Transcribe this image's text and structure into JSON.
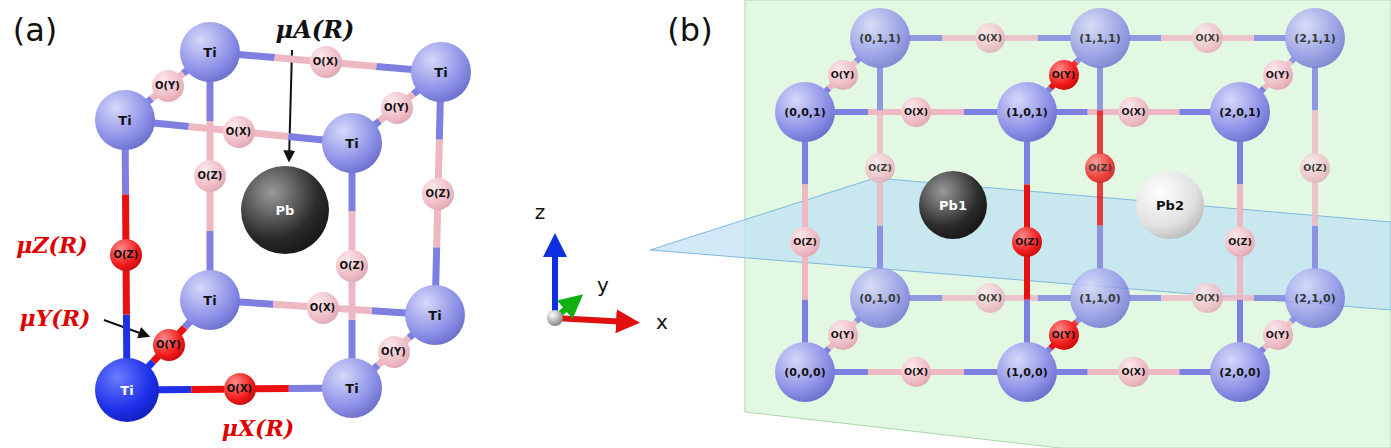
{
  "diagram": {
    "nodes": [
      {
        "text": [
          "Ti"
        ]
      },
      {
        "text": [
          "Ti"
        ]
      },
      {
        "text": [
          "Ti"
        ]
      },
      {
        "text": [
          "Ti"
        ]
      },
      {
        "text": [
          "Ti"
        ]
      },
      {
        "text": [
          "Ti"
        ]
      },
      {
        "text": [
          "Ti"
        ]
      },
      {
        "text": [
          "Ti"
        ]
      },
      {
        "text": [
          "Pb"
        ]
      },
      {
        "text": [
          "O(X)"
        ]
      },
      {
        "text": [
          "O(X)"
        ]
      },
      {
        "text": [
          "O(X)"
        ]
      },
      {
        "text": [
          "O(X)"
        ]
      },
      {
        "text": [
          "O(Y)"
        ]
      },
      {
        "text": [
          "O(Y)"
        ]
      },
      {
        "text": [
          "O(Y)"
        ]
      },
      {
        "text": [
          "O(Y)"
        ]
      },
      {
        "text": [
          "O(Z)"
        ]
      },
      {
        "text": [
          "O(Z)"
        ]
      },
      {
        "text": [
          "O(Z)"
        ]
      },
      {
        "text": [
          "O(Z)"
        ]
      },
      {
        "text": [
          "(0,1,1)"
        ]
      },
      {
        "text": [
          "(1,1,1)"
        ]
      },
      {
        "text": [
          "(2,1,1)"
        ]
      },
      {
        "text": [
          "(0,0,1)"
        ]
      },
      {
        "text": [
          "(1,0,1)"
        ]
      },
      {
        "text": [
          "(2,0,1)"
        ]
      },
      {
        "text": [
          "(0,1,0)"
        ]
      },
      {
        "text": [
          "(1,1,0)"
        ]
      },
      {
        "text": [
          "(2,1,0)"
        ]
      },
      {
        "text": [
          "(0,0,0)"
        ]
      },
      {
        "text": [
          "(1,0,0)"
        ]
      },
      {
        "text": [
          "(2,0,0)"
        ]
      },
      {
        "text": [
          "Pb1"
        ]
      },
      {
        "text": [
          "Pb2"
        ]
      },
      {
        "text": [
          "O(X)"
        ]
      },
      {
        "text": [
          "O(X)"
        ]
      },
      {
        "text": [
          "O(X)"
        ]
      },
      {
        "text": [
          "O(X)"
        ]
      },
      {
        "text": [
          "O(X)"
        ]
      },
      {
        "text": [
          "O(X)"
        ]
      },
      {
        "text": [
          "O(X)"
        ]
      },
      {
        "text": [
          "O(X)"
        ]
      },
      {
        "text": [
          "O(Y)"
        ]
      },
      {
        "text": [
          "O(Y)"
        ]
      },
      {
        "text": [
          "O(Y)"
        ]
      },
      {
        "text": [
          "O(Y)"
        ]
      },
      {
        "text": [
          "O(Y)"
        ]
      },
      {
        "text": [
          "O(Y)"
        ]
      },
      {
        "text": [
          "O(Z)"
        ]
      },
      {
        "text": [
          "O(Z)"
        ]
      },
      {
        "text": [
          "O(Z)"
        ]
      },
      {
        "text": [
          "O(Z)"
        ]
      },
      {
        "text": [
          "O(Z)"
        ]
      },
      {
        "text": [
          "O(Z)"
        ]
      }
    ],
    "edges": [
      {
        "from": 0,
        "to": 9,
        "arrow": "none"
      },
      {
        "from": 1,
        "to": 9,
        "arrow": "none"
      },
      {
        "from": 2,
        "to": 10,
        "arrow": "none"
      },
      {
        "from": 3,
        "to": 10,
        "arrow": "none"
      },
      {
        "from": 4,
        "to": 11,
        "arrow": "none"
      },
      {
        "from": 5,
        "to": 11,
        "arrow": "none"
      },
      {
        "from": 6,
        "to": 12,
        "arrow": "none"
      },
      {
        "from": 7,
        "to": 12,
        "arrow": "none"
      },
      {
        "from": 2,
        "to": 13,
        "arrow": "none"
      },
      {
        "from": 0,
        "to": 13,
        "arrow": "none"
      },
      {
        "from": 3,
        "to": 14,
        "arrow": "none"
      },
      {
        "from": 1,
        "to": 14,
        "arrow": "none"
      },
      {
        "from": 6,
        "to": 15,
        "arrow": "none"
      },
      {
        "from": 4,
        "to": 15,
        "arrow": "none"
      },
      {
        "from": 7,
        "to": 16,
        "arrow": "none"
      },
      {
        "from": 5,
        "to": 16,
        "arrow": "none"
      },
      {
        "from": 6,
        "to": 17,
        "arrow": "none"
      },
      {
        "from": 2,
        "to": 17,
        "arrow": "none"
      },
      {
        "from": 7,
        "to": 18,
        "arrow": "none"
      },
      {
        "from": 3,
        "to": 18,
        "arrow": "none"
      },
      {
        "from": 4,
        "to": 19,
        "arrow": "none"
      },
      {
        "from": 0,
        "to": 19,
        "arrow": "none"
      },
      {
        "from": 5,
        "to": 20,
        "arrow": "none"
      },
      {
        "from": 1,
        "to": 20,
        "arrow": "none"
      },
      {
        "from": 21,
        "to": 35,
        "arrow": "none"
      },
      {
        "from": 22,
        "to": 35,
        "arrow": "none"
      },
      {
        "from": 22,
        "to": 36,
        "arrow": "none"
      },
      {
        "from": 23,
        "to": 36,
        "arrow": "none"
      },
      {
        "from": 24,
        "to": 37,
        "arrow": "none"
      },
      {
        "from": 25,
        "to": 37,
        "arrow": "none"
      },
      {
        "from": 25,
        "to": 38,
        "arrow": "none"
      },
      {
        "from": 26,
        "to": 38,
        "arrow": "none"
      },
      {
        "from": 27,
        "to": 39,
        "arrow": "none"
      },
      {
        "from": 28,
        "to": 39,
        "arrow": "none"
      },
      {
        "from": 28,
        "to": 40,
        "arrow": "none"
      },
      {
        "from": 29,
        "to": 40,
        "arrow": "none"
      },
      {
        "from": 30,
        "to": 41,
        "arrow": "none"
      },
      {
        "from": 31,
        "to": 41,
        "arrow": "none"
      },
      {
        "from": 31,
        "to": 42,
        "arrow": "none"
      },
      {
        "from": 32,
        "to": 42,
        "arrow": "none"
      },
      {
        "from": 24,
        "to": 43,
        "arrow": "none"
      },
      {
        "from": 21,
        "to": 43,
        "arrow": "none"
      },
      {
        "from": 25,
        "to": 44,
        "arrow": "none"
      },
      {
        "from": 22,
        "to": 44,
        "arrow": "none"
      },
      {
        "from": 26,
        "to": 45,
        "arrow": "none"
      },
      {
        "from": 23,
        "to": 45,
        "arrow": "none"
      },
      {
        "from": 30,
        "to": 46,
        "arrow": "none"
      },
      {
        "from": 27,
        "to": 46,
        "arrow": "none"
      },
      {
        "from": 31,
        "to": 47,
        "arrow": "none"
      },
      {
        "from": 28,
        "to": 47,
        "arrow": "none"
      },
      {
        "from": 32,
        "to": 48,
        "arrow": "none"
      },
      {
        "from": 29,
        "to": 48,
        "arrow": "none"
      },
      {
        "from": 30,
        "to": 49,
        "arrow": "none"
      },
      {
        "from": 24,
        "to": 49,
        "arrow": "none"
      },
      {
        "from": 31,
        "to": 50,
        "arrow": "none"
      },
      {
        "from": 25,
        "to": 50,
        "arrow": "none"
      },
      {
        "from": 32,
        "to": 51,
        "arrow": "none"
      },
      {
        "from": 26,
        "to": 51,
        "arrow": "none"
      },
      {
        "from": 27,
        "to": 52,
        "arrow": "none"
      },
      {
        "from": 21,
        "to": 52,
        "arrow": "none"
      },
      {
        "from": 28,
        "to": 53,
        "arrow": "none"
      },
      {
        "from": 22,
        "to": 53,
        "arrow": "none"
      },
      {
        "from": 29,
        "to": 54,
        "arrow": "none"
      },
      {
        "from": 23,
        "to": 54,
        "arrow": "none"
      }
    ],
    "labels": [
      "(a)",
      "μA(R)",
      "μZ(R)",
      "μY(R)",
      "μX(R)",
      "z",
      "y",
      "x",
      "(b)"
    ]
  }
}
